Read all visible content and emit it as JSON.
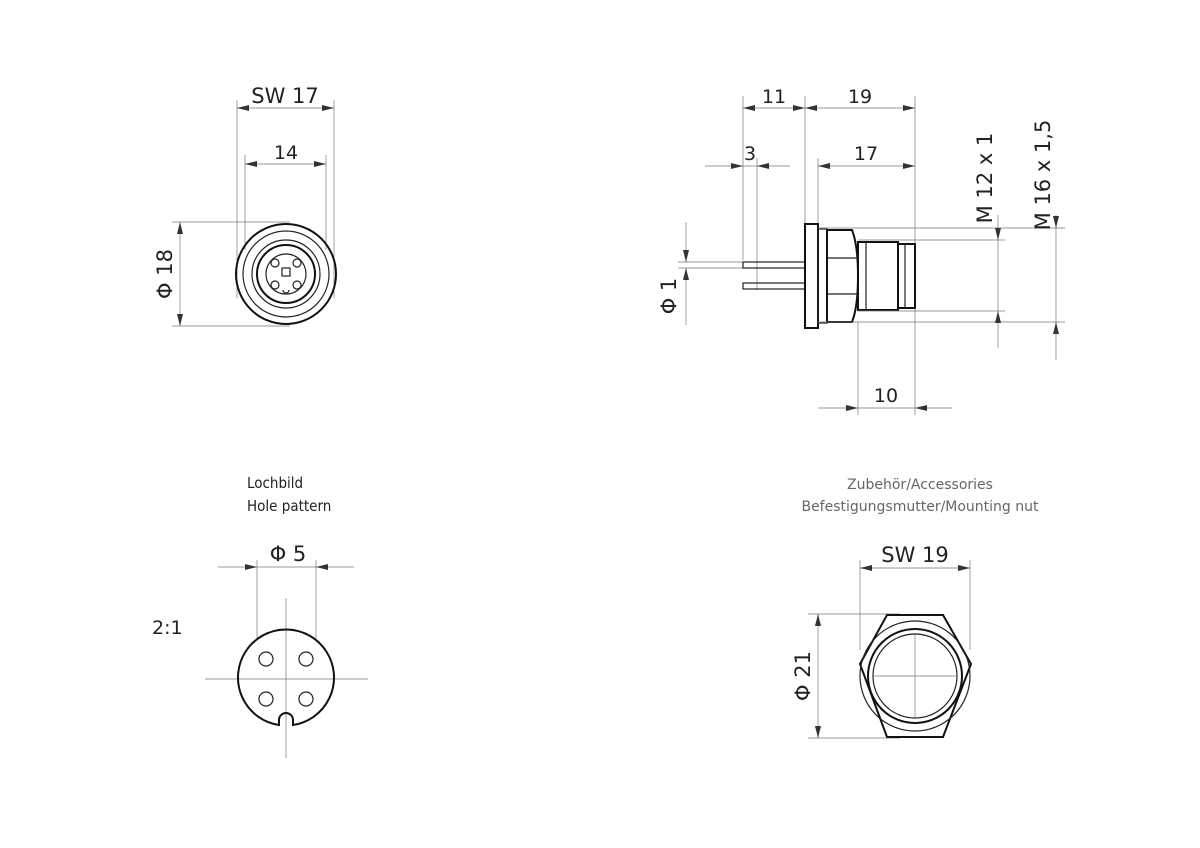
{
  "front_view": {
    "sw_label": "SW 17",
    "inner_width_label": "14",
    "diameter_label": "Φ 18"
  },
  "side_view": {
    "dim_11": "11",
    "dim_19": "19",
    "dim_3": "3",
    "dim_17": "17",
    "dim_10": "10",
    "diameter_pin": "Φ 1",
    "thread_m12": "M 12 x 1",
    "thread_m16": "M 16 x 1,5"
  },
  "hole_pattern": {
    "title_de": "Lochbild",
    "title_en": "Hole pattern",
    "diameter_label": "Φ 5",
    "scale": "2:1"
  },
  "accessories": {
    "title_de_en": "Zubehör/Accessories",
    "subtitle": "Befestigungsmutter/Mounting nut",
    "sw_label": "SW 19",
    "diameter_label": "Φ 21"
  }
}
